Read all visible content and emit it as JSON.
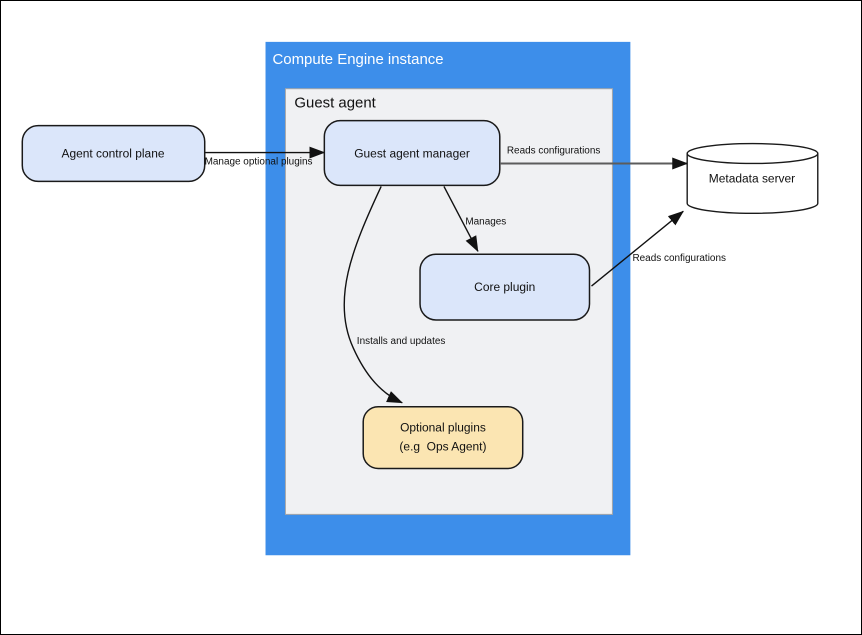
{
  "diagram": {
    "containers": {
      "compute_engine": {
        "label": "Compute Engine instance"
      },
      "guest_agent": {
        "label": "Guest agent"
      }
    },
    "nodes": {
      "agent_control_plane": {
        "label": "Agent control plane"
      },
      "guest_agent_manager": {
        "label": "Guest agent manager"
      },
      "core_plugin": {
        "label": "Core plugin"
      },
      "optional_plugins": {
        "line1": "Optional plugins",
        "line2": "(e.g  Ops Agent)"
      },
      "metadata_server": {
        "label": "Metadata server"
      }
    },
    "edges": {
      "manage_optional_plugins": {
        "label": "Manage optional plugins"
      },
      "manager_reads_configurations": {
        "label": "Reads configurations"
      },
      "manages": {
        "label": "Manages"
      },
      "installs_and_updates": {
        "label": "Installs and updates"
      },
      "core_reads_configurations": {
        "label": "Reads configurations"
      }
    },
    "colors": {
      "compute_engine_fill": "#3d8eea",
      "compute_engine_title_color": "#ffffff",
      "guest_agent_fill": "#f0f1f3",
      "guest_agent_border": "#a8a8a8",
      "node_fill": "#dbe6fa",
      "node_border": "#1a1a1a",
      "optional_plugins_fill": "#fbe5b2",
      "cylinder_fill": "#ffffff",
      "edge_color": "#111111",
      "reads_line_color": "#5c5c5c"
    }
  }
}
